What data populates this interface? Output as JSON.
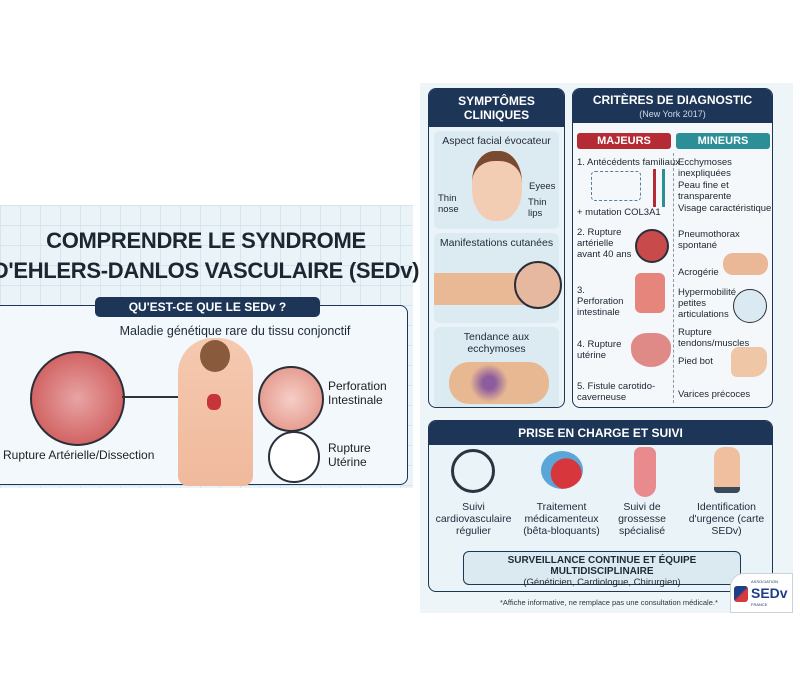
{
  "left_poster": {
    "title_line1": "COMPRENDRE LE SYNDROME",
    "title_line2": "D'EHLERS-DANLOS VASCULAIRE (SEDv)",
    "section_title": "QU'EST-CE QUE LE SEDv ?",
    "subtitle": "Maladie génétique rare du tissu conjonctif",
    "labels": {
      "artery": "Rupture Artérielle/Dissection",
      "intestine_1": "Perforation",
      "intestine_2": "Intestinale",
      "uterus_1": "Rupture",
      "uterus_2": "Utérine"
    }
  },
  "right_poster": {
    "symptoms": {
      "title": "SYMPTÔMES CLINIQUES",
      "cards": [
        {
          "title": "Aspect facial évocateur",
          "labels": [
            "Eyees",
            "Thin",
            "nose",
            "Thin lips"
          ]
        },
        {
          "title": "Manifestations cutanées"
        },
        {
          "title": "Tendance aux ecchymoses"
        }
      ]
    },
    "criteria": {
      "title": "CRITÈRES DE DIAGNOSTIC",
      "subtitle": "(New York 2017)",
      "major_label": "MAJEURS",
      "minor_label": "MINEURS",
      "major": [
        "1. Antécédents familiaux",
        "+ mutation COL3A1",
        "2. Rupture artérielle avant 40 ans",
        "3. Perforation intestinale",
        "4. Rupture utérine",
        "5. Fistule carotido-caverneuse"
      ],
      "minor": [
        "Ecchymoses inexpliquées",
        "Peau fine et transparente",
        "Visage caractéristique",
        "Pneumothorax spontané",
        "Acrogérie",
        "Hypermobilité petites articulations",
        "Rupture tendons/muscles",
        "Pied bot",
        "Varices précoces"
      ]
    },
    "care": {
      "title": "PRISE EN CHARGE ET SUIVI",
      "items": [
        {
          "label": "Suivi cardiovasculaire régulier",
          "icon": "stethoscope-icon"
        },
        {
          "label": "Traitement médicamenteux (bêta-bloquants)",
          "icon": "pill-heart-icon"
        },
        {
          "label": "Suivi de grossesse spécialisé",
          "icon": "pregnant-woman-icon"
        },
        {
          "label": "Identification d'urgence (carte SEDv)",
          "icon": "hand-bracelet-icon"
        }
      ],
      "banner_title": "SURVEILLANCE CONTINUE ET ÉQUIPE MULTIDISCIPLINAIRE",
      "banner_sub": "(Généticien, Cardiologue, Chirurgien)"
    },
    "footnote": "*Affiche informative, ne remplace pas une consultation médicale.*",
    "logo": {
      "top": "ASSOCIATION",
      "name": "SEDv",
      "bottom": "FRANCE"
    }
  },
  "colors": {
    "navy": "#1d3557",
    "major_red": "#b52b33",
    "minor_teal": "#2c8f98",
    "panel_bg": "#eaf3f8"
  }
}
